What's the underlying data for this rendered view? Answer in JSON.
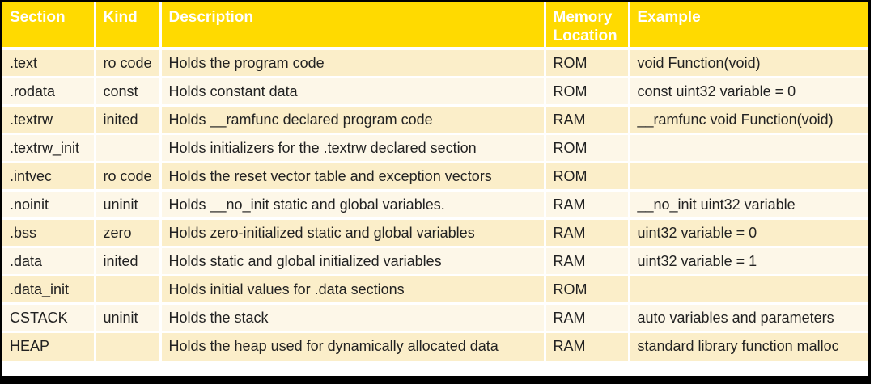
{
  "colors": {
    "header_bg": "#ffda00",
    "header_text": "#ffffff",
    "row_dark_bg": "#fbeec9",
    "row_light_bg": "#fdf7e8",
    "body_text": "#222222",
    "outer_border": "#000000",
    "cell_gap": "#ffffff"
  },
  "table": {
    "headers": [
      "Section",
      "Kind",
      "Description",
      "Memory Location",
      "Example"
    ],
    "rows": [
      {
        "cells": [
          ".text",
          "ro code",
          "Holds the program code",
          "ROM",
          "void Function(void)"
        ]
      },
      {
        "cells": [
          ".rodata",
          "const",
          "Holds constant data",
          "ROM",
          "const uint32 variable = 0"
        ]
      },
      {
        "cells": [
          ".textrw",
          "inited",
          "Holds __ramfunc declared program code",
          "RAM",
          "__ramfunc void Function(void)"
        ]
      },
      {
        "cells": [
          ".textrw_init",
          "",
          "Holds initializers for the .textrw declared section",
          "ROM",
          ""
        ]
      },
      {
        "cells": [
          ".intvec",
          "ro code",
          "Holds the reset vector table and exception vectors",
          "ROM",
          ""
        ]
      },
      {
        "cells": [
          ".noinit",
          "uninit",
          "Holds __no_init static and global variables.",
          "RAM",
          "__no_init uint32 variable"
        ]
      },
      {
        "cells": [
          ".bss",
          "zero",
          "Holds zero-initialized static and global variables",
          "RAM",
          "uint32 variable = 0"
        ]
      },
      {
        "cells": [
          ".data",
          "inited",
          "Holds static and global initialized variables",
          "RAM",
          "uint32 variable = 1"
        ]
      },
      {
        "cells": [
          ".data_init",
          "",
          "Holds initial values for .data sections",
          "ROM",
          ""
        ]
      },
      {
        "cells": [
          "CSTACK",
          "uninit",
          "Holds the stack",
          "RAM",
          "auto variables and parameters"
        ]
      },
      {
        "cells": [
          "HEAP",
          "",
          "Holds the heap used for dynamically allocated data",
          "RAM",
          "standard library function malloc"
        ]
      }
    ]
  }
}
